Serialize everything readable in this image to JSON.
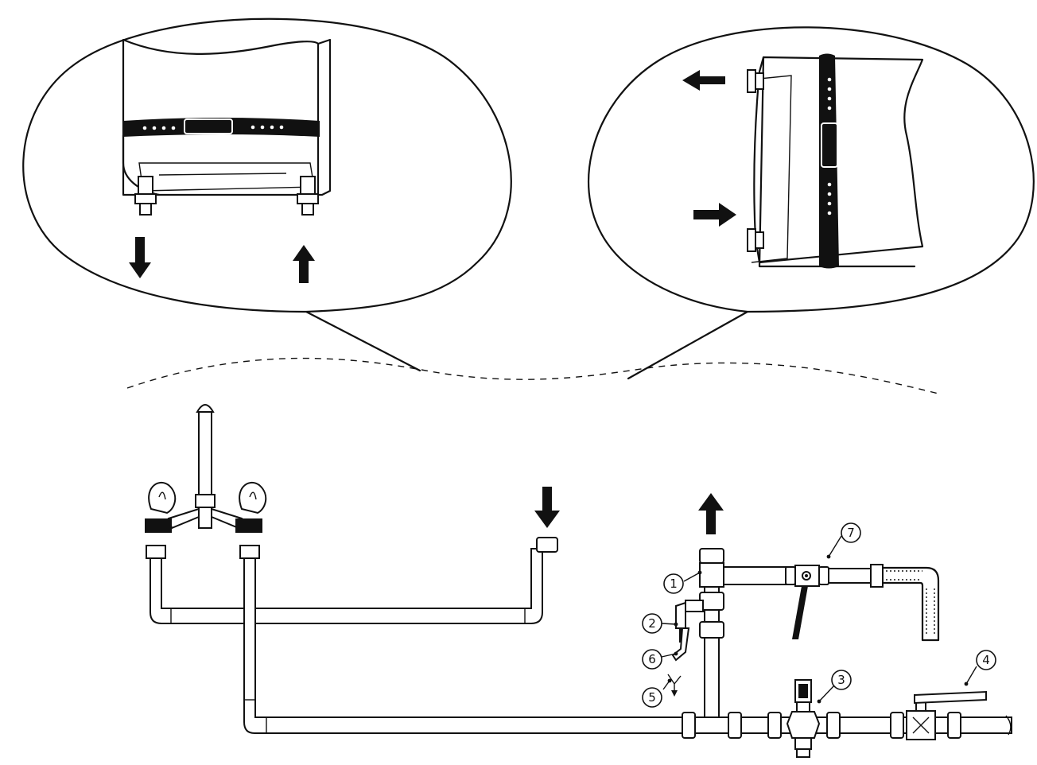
{
  "callouts": [
    {
      "id": "1",
      "label": "1",
      "part": "tee-fitting"
    },
    {
      "id": "2",
      "label": "2",
      "part": "safety-valve"
    },
    {
      "id": "3",
      "label": "3",
      "part": "pressure-reducer"
    },
    {
      "id": "4",
      "label": "4",
      "part": "main-stop-valve"
    },
    {
      "id": "5",
      "label": "5",
      "part": "drain-funnel"
    },
    {
      "id": "6",
      "label": "6",
      "part": "drain-hose"
    },
    {
      "id": "7",
      "label": "7",
      "part": "drain-ball-valve"
    }
  ],
  "flows": {
    "left_bubble": [
      "down",
      "up"
    ],
    "right_bubble": [
      "left",
      "right"
    ],
    "piping": [
      "down",
      "up"
    ]
  },
  "colors": {
    "line": "#111111",
    "background": "#ffffff"
  }
}
